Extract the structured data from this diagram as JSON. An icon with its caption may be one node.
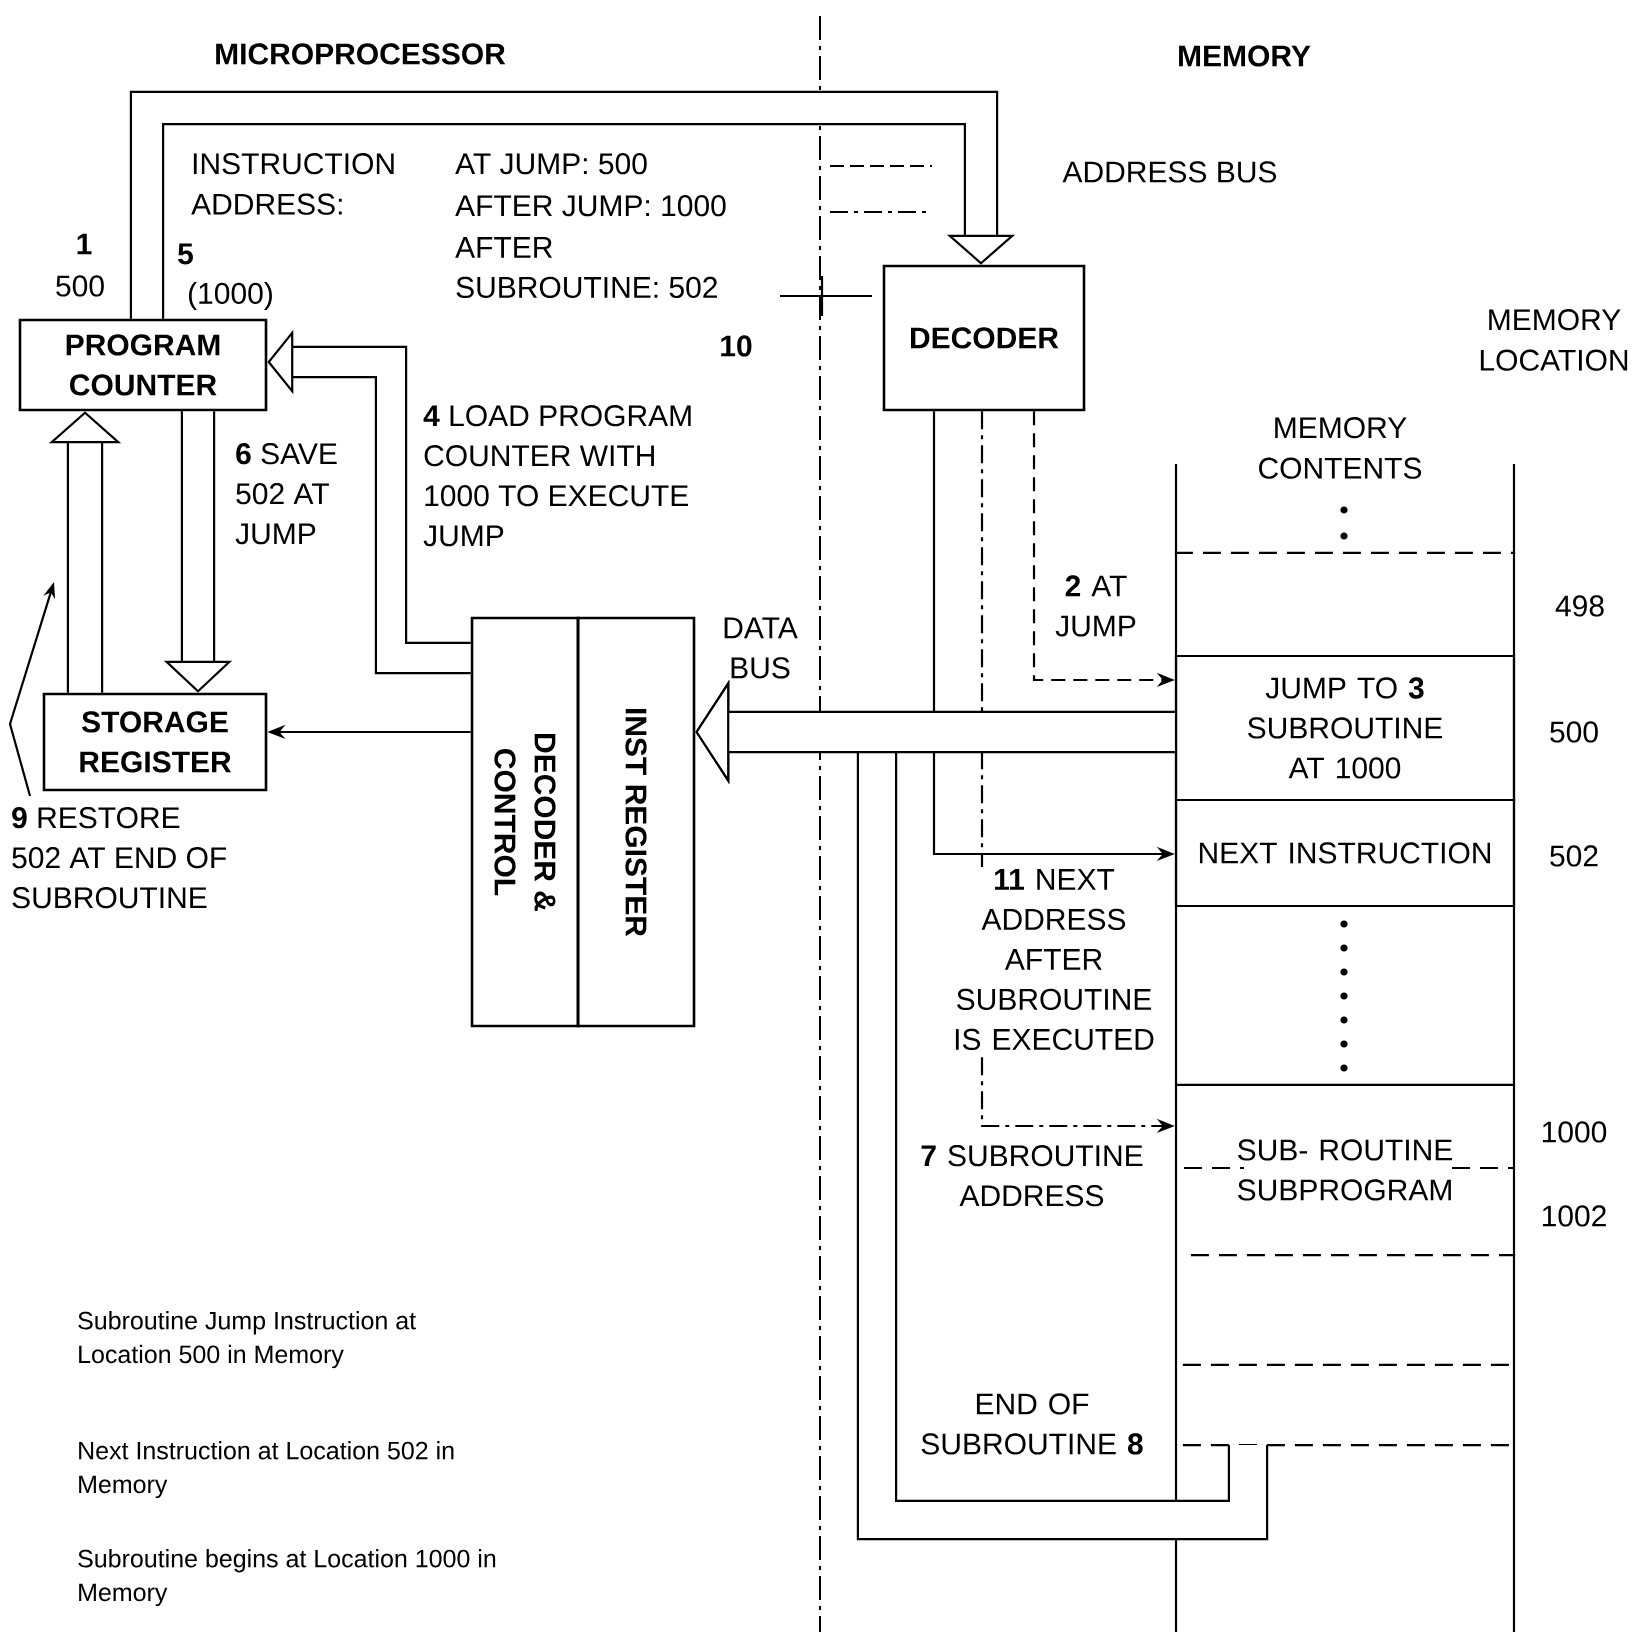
{
  "diagram": {
    "nodes": [
      {
        "text": [
          "PROGRAM COUNTER"
        ]
      },
      {
        "text": [
          "STORAGE REGISTER"
        ]
      },
      {
        "text": [
          "DECODER"
        ]
      },
      {
        "text": [
          "DECODER & CONTROL"
        ]
      },
      {
        "text": [
          "INST REGISTER"
        ]
      },
      {
        "text": [],
        "shape": "box",
        "beside": [
          "498"
        ]
      },
      {
        "text": [
          "JUMP TO **3** SUBROUTINE AT 1000"
        ],
        "beside": [
          "500"
        ]
      },
      {
        "text": [
          "NEXT INSTRUCTION"
        ],
        "beside": [
          "502"
        ]
      },
      {
        "text": [
          "SUB- ROUTINE SUBPROGRAM"
        ],
        "beside": [
          "1000",
          "1002"
        ]
      },
      {
        "text": [],
        "shape": "box",
        "beside": [
          "END OF SUBROUTINE **8**"
        ]
      }
    ],
    "edges": [
      {
        "from": 0,
        "to": 2,
        "arrow": "to",
        "label": "ADDRESS BUS"
      },
      {
        "from": 3,
        "to": 0,
        "arrow": "to",
        "label": "**4** LOAD PROGRAM COUNTER WITH 1000 TO EXECUTE JUMP"
      },
      {
        "from": 0,
        "to": 1,
        "arrow": "to",
        "label": "**6** SAVE 502 AT JUMP"
      },
      {
        "from": 1,
        "to": 0,
        "arrow": "to",
        "label": "**9** RESTORE 502 AT END OF SUBROUTINE"
      },
      {
        "from": 3,
        "to": 1,
        "arrow": "to"
      },
      {
        "from": 2,
        "to": 6,
        "arrow": "to",
        "style": "dashed",
        "label": "**2** AT JUMP"
      },
      {
        "from": 2,
        "to": 7,
        "arrow": "to",
        "label": "**11** NEXT ADDRESS AFTER SUBROUTINE IS EXECUTED"
      },
      {
        "from": 2,
        "to": 8,
        "arrow": "to",
        "style": "dashed",
        "label": "**7** SUBROUTINE ADDRESS"
      },
      {
        "from": 6,
        "to": 4,
        "arrow": "to",
        "label": "DATA BUS"
      },
      {
        "from": 9,
        "to": 4,
        "arrow": "to"
      }
    ],
    "labels": [
      "MICROPROCESSOR",
      "MEMORY",
      "1",
      "500",
      "INSTRUCTION ADDRESS:",
      "5",
      "(1000)",
      "10",
      "MEMORY LOCATION",
      "MEMORY CONTENTS",
      "Subroutine Jump Instruction at Location 500 in Memory",
      "Next Instruction at Location 502 in Memory",
      "Subroutine begins at Location 1000 in Memory"
    ],
    "legend": [
      {
        "text": "AT JUMP: 500"
      },
      {
        "text": "AFTER JUMP: 1000"
      },
      {
        "text": "AFTER SUBROUTINE: 502"
      }
    ]
  }
}
